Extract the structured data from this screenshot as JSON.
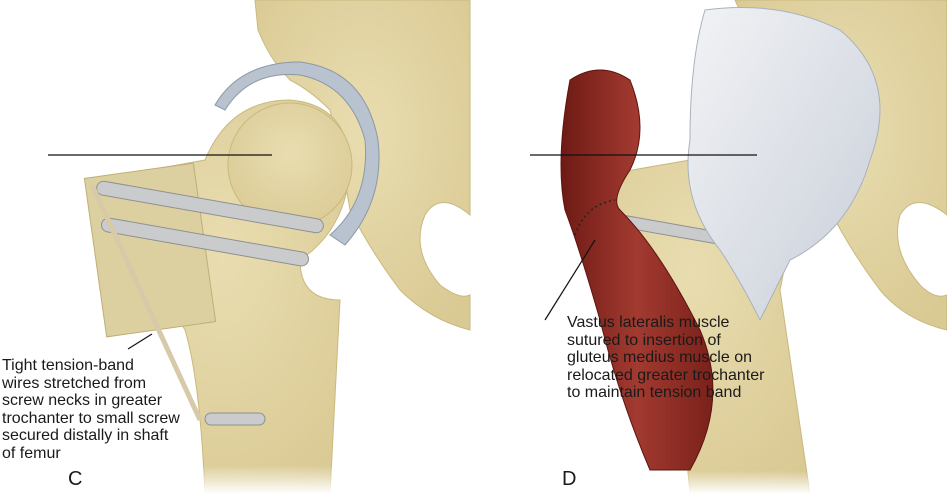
{
  "panel_c": {
    "letter": "C",
    "caption_lines": [
      "Tight tension-band",
      "wires stretched from",
      "screw necks in greater",
      "trochanter to small screw",
      "secured distally in shaft",
      "of femur"
    ]
  },
  "panel_d": {
    "letter": "D",
    "caption_lines": [
      "Vastus lateralis muscle",
      "sutured to insertion of",
      "gluteus medius muscle on",
      "relocated greater trochanter",
      "to maintain tension band"
    ]
  },
  "colors": {
    "bone": "#e4d7a6",
    "bone_edge": "#c9b97e",
    "cartilage": "#b9c3cf",
    "muscle": "#8e2a22",
    "tendon": "#dfe3ea",
    "screw": "#c9cbcc"
  }
}
